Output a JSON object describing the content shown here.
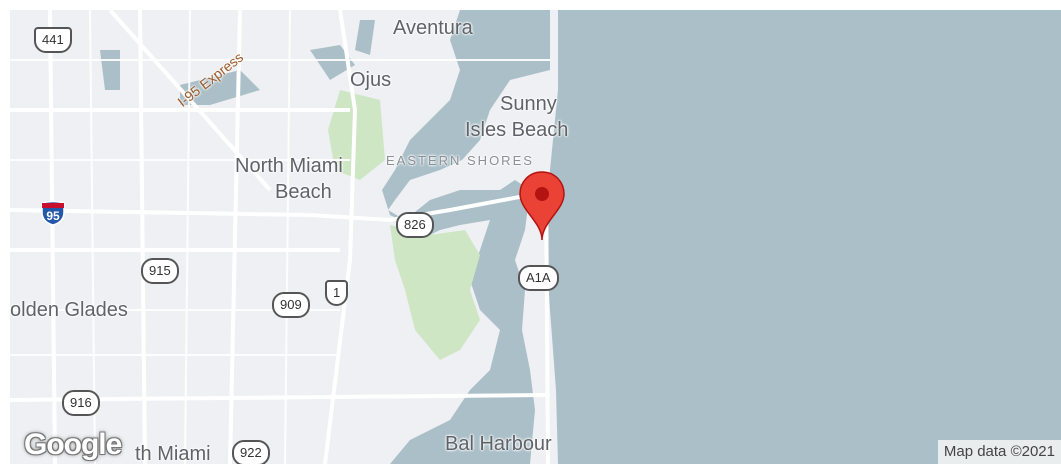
{
  "map": {
    "labels": {
      "aventura": "Aventura",
      "ojus": "Ojus",
      "sunny_isles_line1": "Sunny",
      "sunny_isles_line2": "Isles Beach",
      "eastern_shores": "EASTERN SHORES",
      "north_miami_beach_line1": "North Miami",
      "north_miami_beach_line2": "Beach",
      "golden_glades": "olden Glades",
      "north_miami": "th Miami",
      "bal_harbour": "Bal Harbour",
      "i95_express": "I-95 Express"
    },
    "shields": {
      "us441": "441",
      "i95": "95",
      "r826": "826",
      "r915": "915",
      "r909": "909",
      "us1": "1",
      "a1a": "A1A",
      "r916": "916",
      "r922": "922"
    },
    "branding": {
      "logo": "Google",
      "attribution": "Map data ©2021"
    },
    "colors": {
      "water": "#aabfc8",
      "land": "#eef0f3",
      "park": "#cfe6c5",
      "pin": "#ea4335"
    },
    "marker": {
      "icon": "map-pin-icon"
    }
  }
}
